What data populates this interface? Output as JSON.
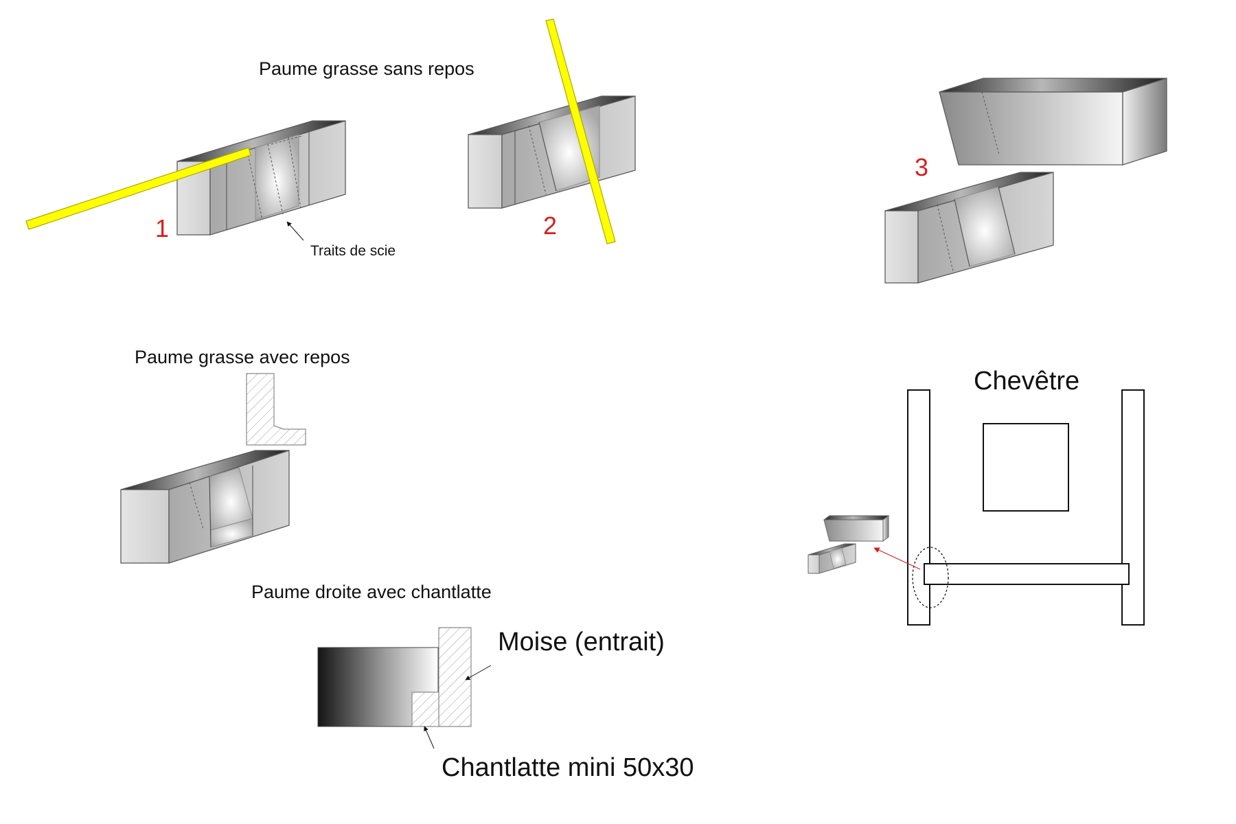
{
  "colors": {
    "number_red": "#d42020",
    "saw_yellow": "#ffff00",
    "saw_outline": "#a8a800",
    "arrow_red": "#d42020",
    "line_black": "#111111"
  },
  "labels": {
    "paume_sans_repos": "Paume grasse sans repos",
    "traits_de_scie": "Traits de scie",
    "step_1": "1",
    "step_2": "2",
    "step_3": "3",
    "paume_avec_repos": "Paume grasse avec repos",
    "paume_droite": "Paume droite avec chantlatte",
    "moise": "Moise (entrait)",
    "chantlatte": "Chantlatte mini 50x30",
    "chevetre": "Chevêtre"
  }
}
